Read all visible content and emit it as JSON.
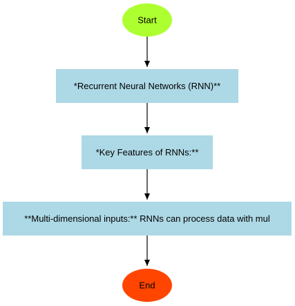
{
  "flowchart": {
    "start": {
      "label": "Start",
      "color": "#adff2f"
    },
    "steps": [
      {
        "label": "*Recurrent Neural Networks (RNN)**",
        "color": "#add8e6"
      },
      {
        "label": "*Key Features of RNNs:**",
        "color": "#add8e6"
      },
      {
        "label": "**Multi-dimensional inputs:** RNNs can process data with mul",
        "color": "#add8e6"
      }
    ],
    "end": {
      "label": "End",
      "color": "#ff4500"
    },
    "edge_color": "#000000"
  }
}
